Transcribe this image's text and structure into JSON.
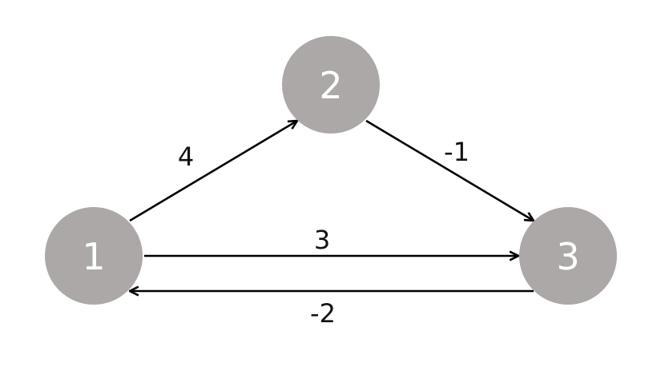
{
  "diagram": {
    "nodes": [
      {
        "id": "1",
        "label": "1"
      },
      {
        "id": "2",
        "label": "2"
      },
      {
        "id": "3",
        "label": "3"
      }
    ],
    "edges": [
      {
        "from": "1",
        "to": "2",
        "weight": "4"
      },
      {
        "from": "2",
        "to": "3",
        "weight": "-1"
      },
      {
        "from": "1",
        "to": "3",
        "weight": "3"
      },
      {
        "from": "3",
        "to": "1",
        "weight": "-2"
      }
    ],
    "colors": {
      "node_fill": "#aba8a7",
      "node_text": "#ffffff",
      "edge": "#000000"
    }
  }
}
